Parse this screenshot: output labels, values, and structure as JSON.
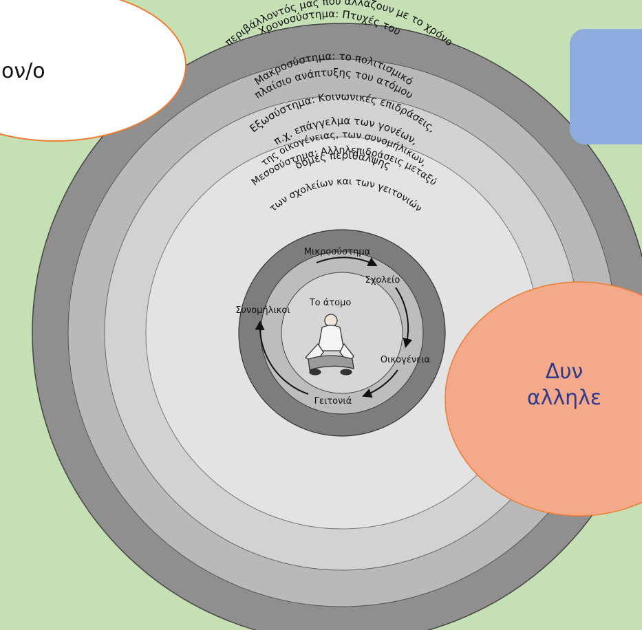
{
  "diagram": {
    "rings": [
      {
        "id": "chronosystem",
        "lines": [
          "Χρονοσύστημα: Πτυχές του",
          "περιβάλλοντός μας που αλλάζουν με το χρόνο"
        ]
      },
      {
        "id": "macrosystem",
        "lines": [
          "Μακροσύστημα: το πολιτισμικό",
          "πλαίσιο ανάπτυξης του ατόμου"
        ]
      },
      {
        "id": "exosystem",
        "lines": [
          "Εξωσύστημα: Κοινωνικές επιδράσεις,",
          "π.χ. επάγγελμα των γονέων,",
          "δομές περίθαλψης"
        ]
      },
      {
        "id": "mesosystem",
        "lines": [
          "Μεσοσύστημα: Αλληλεπιδράσεις μεταξύ",
          "της οικογένειας, των συνομήλικων,",
          "των σχολείων και των γειτονιών"
        ]
      }
    ],
    "microsystem": {
      "label": "Μικροσύστημα",
      "items": {
        "school": "Σχολείο",
        "family": "Οικογένεια",
        "neighborhood": "Γειτονιά",
        "peers": "Συνομήλικοι"
      }
    },
    "center_label": "Το άτομο"
  },
  "callouts": {
    "left": {
      "lines": [
        "ον/ο"
      ]
    },
    "right": {
      "lines": [
        "Δυν",
        "αλληλε"
      ]
    }
  },
  "colors": {
    "background": "#c5e0b4",
    "ring_dark": "#8f8f8f",
    "ring_mid": "#b9b9b9",
    "ring_light": "#e3e3e3",
    "callout_left_border": "#ed7d31",
    "callout_right_fill": "#f4a98a",
    "callout_right_text": "#2f3a8a",
    "blue_box": "#8faadc"
  }
}
